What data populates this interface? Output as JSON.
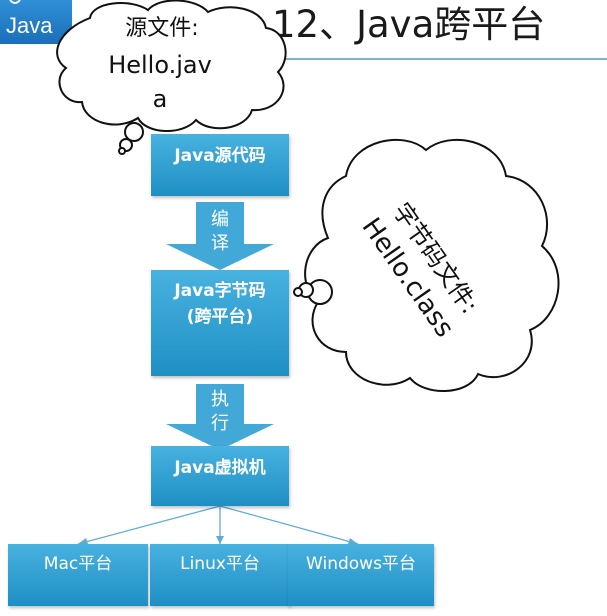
{
  "logo": {
    "text": "Java",
    "icon": "java-cup-icon"
  },
  "title": "12、Java跨平台",
  "flow": {
    "source_code": "Java源代码",
    "compile_arrow": [
      "编",
      "译"
    ],
    "bytecode": [
      "Java字节码",
      "(跨平台)"
    ],
    "execute_arrow": [
      "执",
      "行"
    ],
    "jvm": "Java虚拟机",
    "platforms": [
      "Mac平台",
      "Linux平台",
      "Windows平台"
    ]
  },
  "callouts": {
    "source_file": {
      "label": "源文件:",
      "filename_lines": [
        "Hello.jav",
        "a"
      ]
    },
    "bytecode_file": {
      "label": "字节码文件:",
      "filename": "Hello.class"
    }
  },
  "colors": {
    "box_top": "#48b2e0",
    "box_bottom": "#1f8fc4",
    "arrow": "#42a8d8",
    "connector": "#5aaed6",
    "title_rule": "#7ab6d4",
    "logo": "#2379c0"
  }
}
